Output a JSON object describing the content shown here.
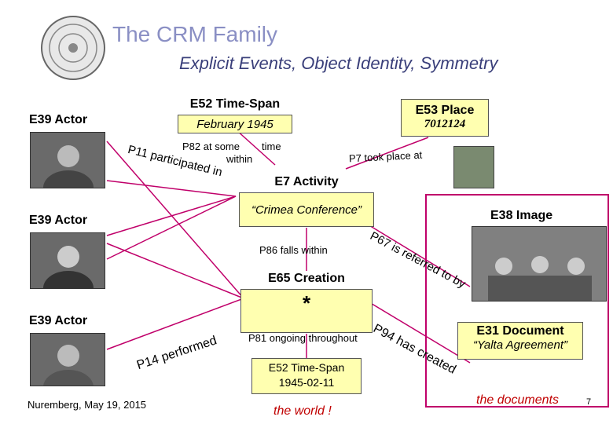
{
  "header": {
    "title": "The CRM Family",
    "subtitle": "Explicit Events, Object Identity, Symmetry"
  },
  "actors": [
    "E39 Actor",
    "E39 Actor",
    "E39 Actor"
  ],
  "timespan": {
    "label": "E52 Time-Span",
    "value": "February 1945"
  },
  "place": {
    "label": "E53 Place",
    "value": "7012124"
  },
  "activity": {
    "label": "E7 Activity",
    "value": "“Crimea Conference”"
  },
  "creation": {
    "label": "E65 Creation",
    "value": "*"
  },
  "timespan2": {
    "label": "E52 Time-Span",
    "value": "1945-02-11"
  },
  "image": {
    "label": "E38 Image"
  },
  "document": {
    "label": "E31 Document",
    "value": "“Yalta Agreement”"
  },
  "properties": {
    "p82a": "P82 at some",
    "p82b": "time",
    "p82c": "within",
    "p7": "P7 took place at",
    "p11": "P11 participated in",
    "p86": "P86 falls within",
    "p67": "P67 is referred to by",
    "p14": "P14 performed",
    "p81": "P81 ongoing throughout",
    "p94": "P94 has created"
  },
  "footer": {
    "location_date": "Nuremberg, May 19, 2015",
    "world": "the world !",
    "documents": "the documents",
    "page_number": "7"
  },
  "colors": {
    "highlight": "#c0006a",
    "box_fill": "#ffffb0",
    "title": "#8a8fc4"
  }
}
